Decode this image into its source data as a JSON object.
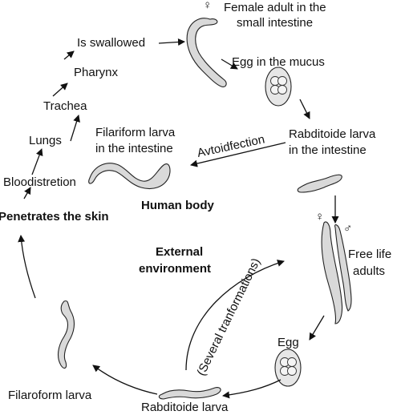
{
  "labels": {
    "female_adult": "Female adult in the small intestine",
    "female_adult_l1": "Female adult in the",
    "female_adult_l2": "small intestine",
    "egg_mucus": "Egg in the mucus",
    "rhabditoid_intestine_l1": "Rabditoide larva",
    "rhabditoid_intestine_l2": "in the intestine",
    "filariform_intestine_l1": "Filariform larva",
    "filariform_intestine_l2": "in the intestine",
    "autoinfection": "Avtoidfection",
    "swallowed": "Is swallowed",
    "pharynx": "Pharynx",
    "trachea": "Trachea",
    "lungs": "Lungs",
    "bloodstream": "Bloodistretion",
    "human_body": "Human body",
    "penetrates_skin": "Penetrates the skin",
    "external_l1": "External",
    "external_l2": "environment",
    "free_life_l1": "Free life",
    "free_life_l2": "adults",
    "egg": "Egg",
    "several": "(Several tranformations)",
    "filariform_external": "Filaroform larva",
    "rhabditoid_external": "Rabditoide larva"
  },
  "symbols": {
    "female": "♀",
    "male": "♂"
  },
  "colors": {
    "ink": "#111111",
    "worm_fill": "#d9d9d9"
  }
}
